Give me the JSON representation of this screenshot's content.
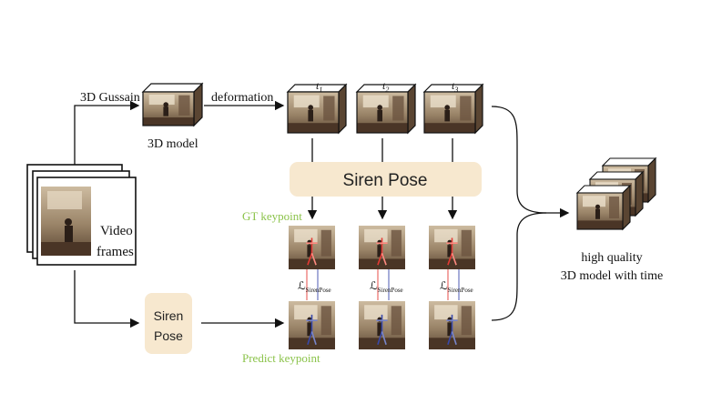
{
  "labels": {
    "gaussian": "3D Gussain",
    "deformation": "deformation",
    "model_3d": "3D model",
    "video_line1": "Video",
    "video_line2": "frames",
    "siren_pose_big": "Siren  Pose",
    "siren_pose_small_line1": "Siren",
    "siren_pose_small_line2": "Pose",
    "gt_keypoint": "GT keypoint",
    "predict_keypoint": "Predict keypoint",
    "output_line1": "high quality",
    "output_line2": "3D model with time"
  },
  "time_labels": [
    {
      "base": "t",
      "sub": "1"
    },
    {
      "base": "t",
      "sub": "2"
    },
    {
      "base": "t",
      "sub": "3"
    }
  ],
  "loss_labels": [
    {
      "symbol": "ℒ",
      "sub": "SirenPose"
    },
    {
      "symbol": "ℒ",
      "sub": "SirenPose"
    },
    {
      "symbol": "ℒ",
      "sub": "SirenPose"
    }
  ],
  "colors": {
    "siren_box": "#f7e8cf",
    "keypoint_label": "#8bc34a",
    "gt_line": "#e53935",
    "pred_line": "#3949ab",
    "arrow": "#111111"
  }
}
